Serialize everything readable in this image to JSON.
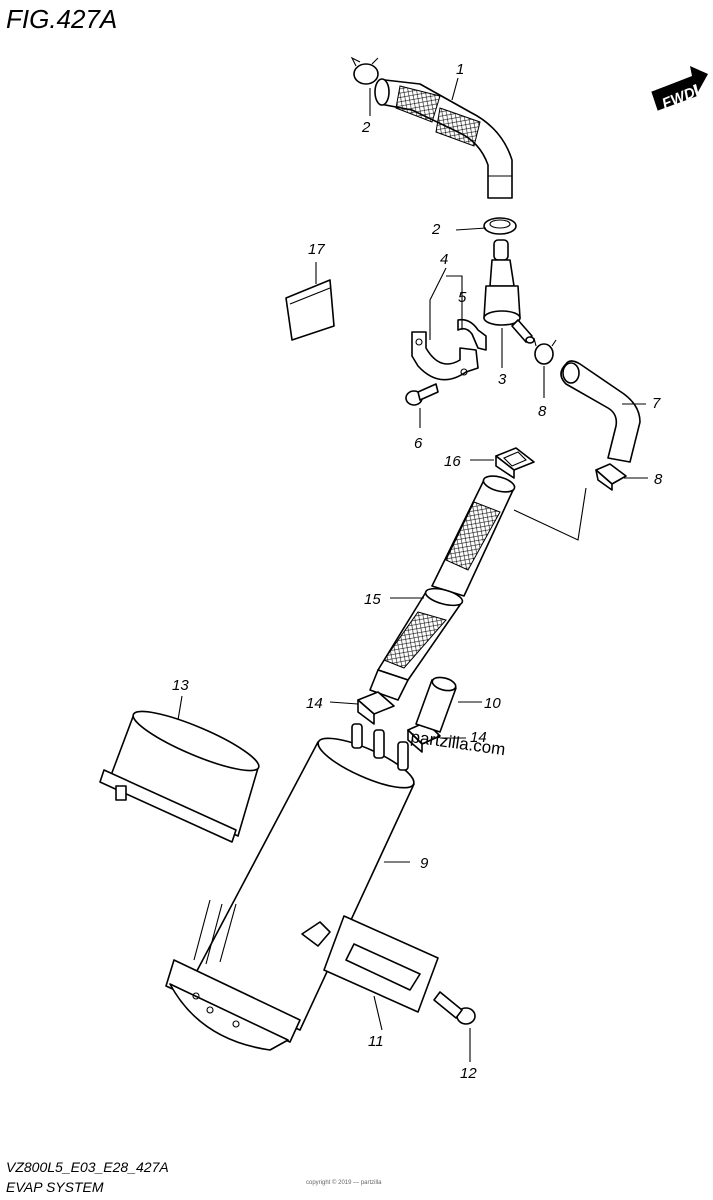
{
  "figure": {
    "title": "FIG.427A",
    "model_code": "VZ800L5_E03_E28_427A",
    "section_name": "EVAP SYSTEM",
    "direction_label": "FWD",
    "watermark": "partzilla.com",
    "footer_small": "copyright © 2019 — partzilla"
  },
  "callouts": {
    "p1": "1",
    "p2a": "2",
    "p2b": "2",
    "p3": "3",
    "p4": "4",
    "p5": "5",
    "p6": "6",
    "p7": "7",
    "p8a": "8",
    "p8b": "8",
    "p9": "9",
    "p10": "10",
    "p11": "11",
    "p12": "12",
    "p13": "13",
    "p14a": "14",
    "p14b": "14",
    "p15": "15",
    "p16": "16",
    "p17": "17"
  }
}
